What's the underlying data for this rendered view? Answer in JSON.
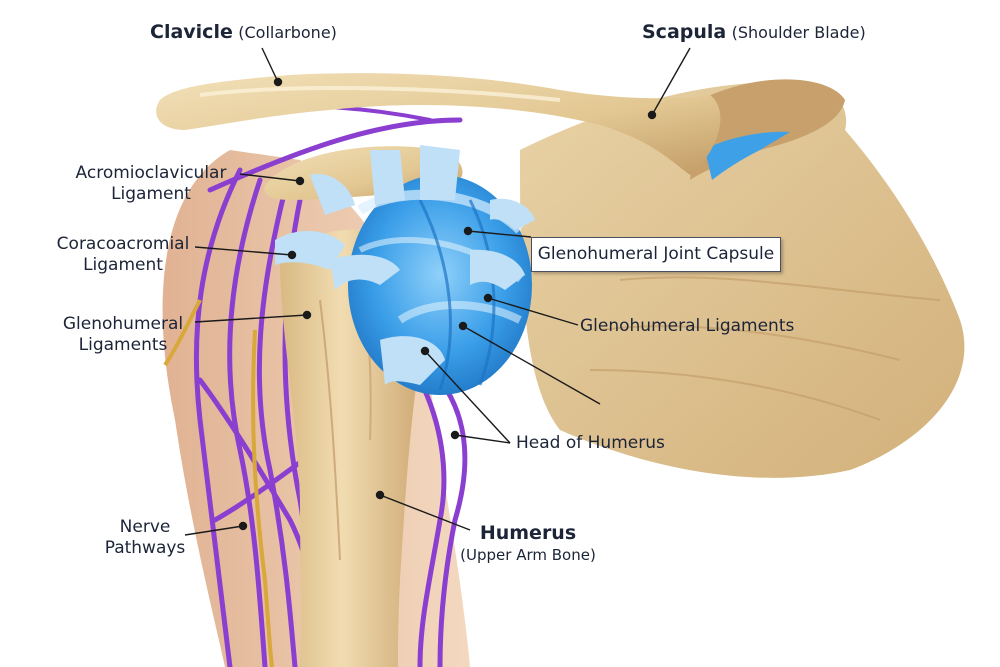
{
  "diagram": {
    "subject": "Shoulder joint anatomy",
    "colors": {
      "bone": "#e6cd9e",
      "bone_shadow": "#b8935f",
      "scapula": "#dcc08f",
      "ligament": "#3ea0e6",
      "ligament_light": "#bfe0f7",
      "nerve_purple": "#8a3fd0",
      "nerve_yellow": "#d8a83a",
      "skin": "#e7b897",
      "label_text": "#1c2438",
      "leader_line": "#1a1a1a"
    },
    "labels": {
      "clavicle": {
        "bold": "Clavicle",
        "sub": "(Collarbone)"
      },
      "scapula": {
        "bold": "Scapula",
        "sub": "(Shoulder Blade)"
      },
      "acromioclavicular": {
        "line1": "Acromioclavicular",
        "line2": "Ligament"
      },
      "coracoacromial": {
        "line1": "Coracoacromial",
        "line2": "Ligament"
      },
      "glenohumeral_left": {
        "line1": "Glenohumeral",
        "line2": "Ligaments"
      },
      "joint_capsule": "Glenohumeral Joint Capsule",
      "glenohumeral_right": "Glenohumeral Ligaments",
      "head_of_humerus": "Head of Humerus",
      "humerus": {
        "bold": "Humerus",
        "sub": "(Upper Arm Bone)"
      },
      "nerve_pathways": {
        "line1": "Nerve",
        "line2": "Pathways"
      }
    }
  }
}
